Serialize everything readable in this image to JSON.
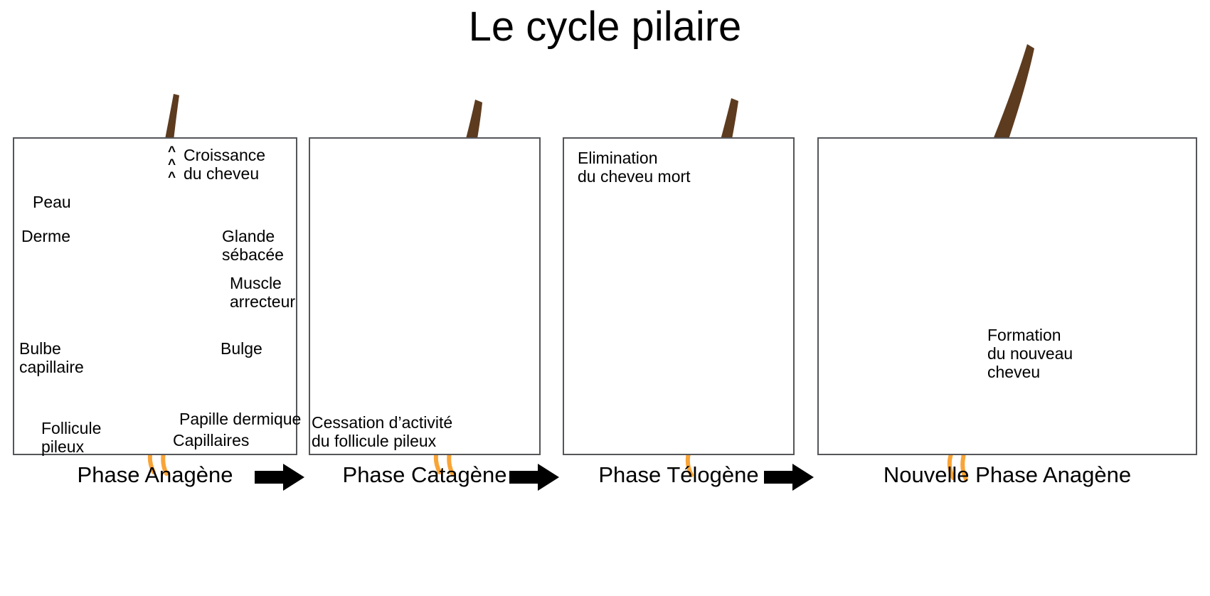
{
  "title": "Le cycle pilaire",
  "colors": {
    "skin": "#c9b79f",
    "dermis_line": "#ef6b7c",
    "dermis": "#fbc6d1",
    "follicle": "#f2737f",
    "follicle_light": "#f79aa4",
    "hair": "#5d3b1f",
    "hair_light": "#7a4f29",
    "papilla": "#f79c1e",
    "capillary": "#f9a437",
    "sebaceous": "#f7dfb6",
    "sebaceous_edge": "#f0a8a8",
    "muscle": "#ff4ec4",
    "panel_border": "#55565a",
    "leader": "#000000",
    "text": "#000000"
  },
  "panels": [
    {
      "id": "anagen",
      "caption": "Phase Anagène",
      "labels": [
        {
          "name": "croissance-du-cheveu",
          "text": "Croissance\ndu cheveu"
        },
        {
          "name": "peau",
          "text": "Peau"
        },
        {
          "name": "derme",
          "text": "Derme"
        },
        {
          "name": "glande-sebacee",
          "text": "Glande\nsébacée"
        },
        {
          "name": "muscle-arrecteur",
          "text": "Muscle\narrecteur"
        },
        {
          "name": "bulbe-capillaire",
          "text": "Bulbe\ncapillaire"
        },
        {
          "name": "bulge",
          "text": "Bulge"
        },
        {
          "name": "follicule-pileux",
          "text": "Follicule\npileux"
        },
        {
          "name": "papille-dermique",
          "text": "Papille dermique"
        },
        {
          "name": "capillaires",
          "text": "Capillaires"
        }
      ]
    },
    {
      "id": "catagen",
      "caption": "Phase Catagène",
      "labels": [
        {
          "name": "cessation-activite",
          "text": "Cessation d’activité\ndu follicule pileux"
        }
      ]
    },
    {
      "id": "telogen",
      "caption": "Phase Télogène",
      "labels": [
        {
          "name": "elimination-cheveu-mort",
          "text": "Elimination\ndu cheveu mort"
        }
      ]
    },
    {
      "id": "new-anagen",
      "caption": "Nouvelle Phase Anagène",
      "labels": [
        {
          "name": "formation-nouveau-cheveu",
          "text": "Formation\ndu nouveau\ncheveu"
        }
      ]
    }
  ],
  "labels": {
    "croissance": "Croissance",
    "du_cheveu": "du cheveu",
    "peau": "Peau",
    "derme": "Derme",
    "glande": "Glande",
    "sebacee": "sébacée",
    "muscle": "Muscle",
    "arrecteur": "arrecteur",
    "bulbe": "Bulbe",
    "capillaire": "capillaire",
    "bulge": "Bulge",
    "follicule": "Follicule",
    "pileux": "pileux",
    "papille_dermique": "Papille dermique",
    "capillaires": "Capillaires",
    "cessation_l1": "Cessation d’activité",
    "cessation_l2": "du follicule pileux",
    "elimination_l1": "Elimination",
    "elimination_l2": "du cheveu mort",
    "formation_l1": "Formation",
    "formation_l2": "du nouveau",
    "formation_l3": "cheveu",
    "growth_chevrons": "^\n^\n^"
  },
  "captions": {
    "anagen": "Phase Anagène",
    "catagen": "Phase Catagène",
    "telogen": "Phase Télogène",
    "new_anagen": "Nouvelle Phase Anagène"
  },
  "icons": {
    "arrow": "right-arrow-icon",
    "chevron_up": "chevron-up-icon"
  }
}
